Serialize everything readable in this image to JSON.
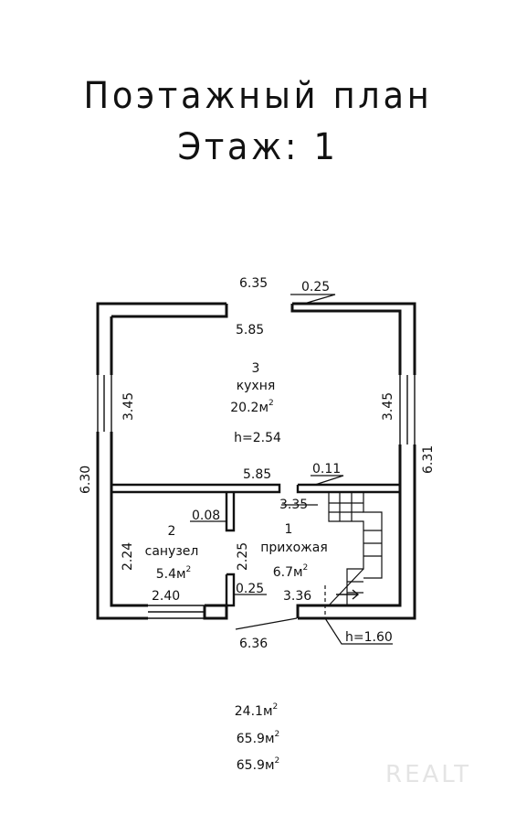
{
  "header": {
    "title": "Поэтажный план",
    "floor": "Этаж: 1"
  },
  "rooms": [
    {
      "number": "3",
      "name": "кухня",
      "area": "20.2",
      "height": "h=2.54"
    },
    {
      "number": "2",
      "name": "санузел",
      "area": "5.4"
    },
    {
      "number": "1",
      "name": "прихожая",
      "area": "6.7"
    }
  ],
  "dimensions": {
    "top_outer": "6.35",
    "top_gap": "0.25",
    "top_inner": "5.85",
    "left_kitchen": "3.45",
    "right_kitchen": "3.45",
    "left_outer": "6.30",
    "right_outer": "6.31",
    "mid_wall": "5.85",
    "mid_gap": "0.11",
    "hall_width": "3.35",
    "bath_gap": "0.08",
    "bath_height": "2.24",
    "hall_height": "2.25",
    "bath_width": "2.40",
    "door_gap": "0.25",
    "hall_bottom": "3.36",
    "bottom_outer": "6.36",
    "stair_height": "h=1.60"
  },
  "units": {
    "area_unit": "м",
    "area_power": "2"
  },
  "totals": [
    "24.1",
    "65.9",
    "65.9"
  ],
  "watermark": "REALT",
  "colors": {
    "ink": "#111111",
    "watermark": "#e4e4e4"
  }
}
